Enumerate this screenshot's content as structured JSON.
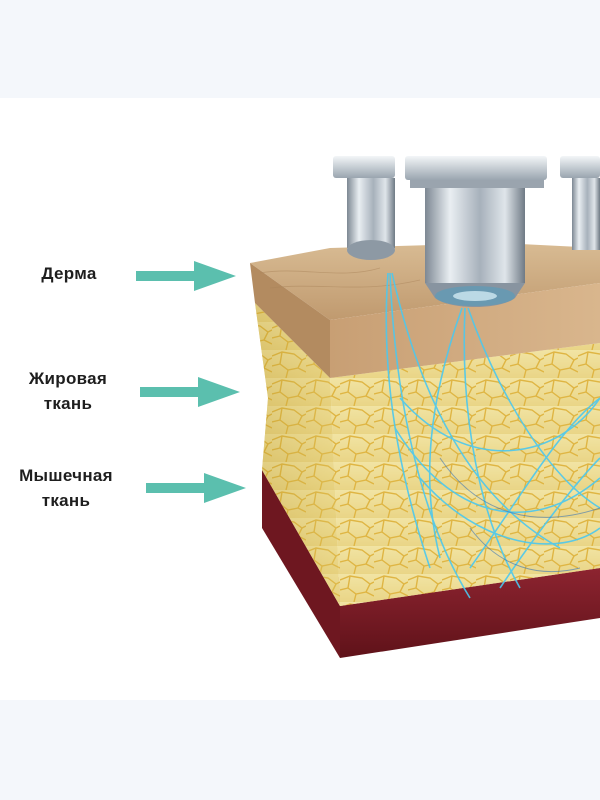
{
  "labels": {
    "derma": "Дерма",
    "fat_line1": "Жировая",
    "fat_line2": "ткань",
    "muscle_line1": "Мышечная",
    "muscle_line2": "ткань"
  },
  "icons": {
    "arrow": "arrow-right-icon",
    "probe": "ultrasound-probe-icon"
  },
  "colors": {
    "arrow": "#5bbfae",
    "dermis": "#c9a57c",
    "fat": "#e8d56a",
    "muscle": "#7a1b24",
    "beam": "#4cc8ee",
    "probe": "#b8c2cc"
  }
}
